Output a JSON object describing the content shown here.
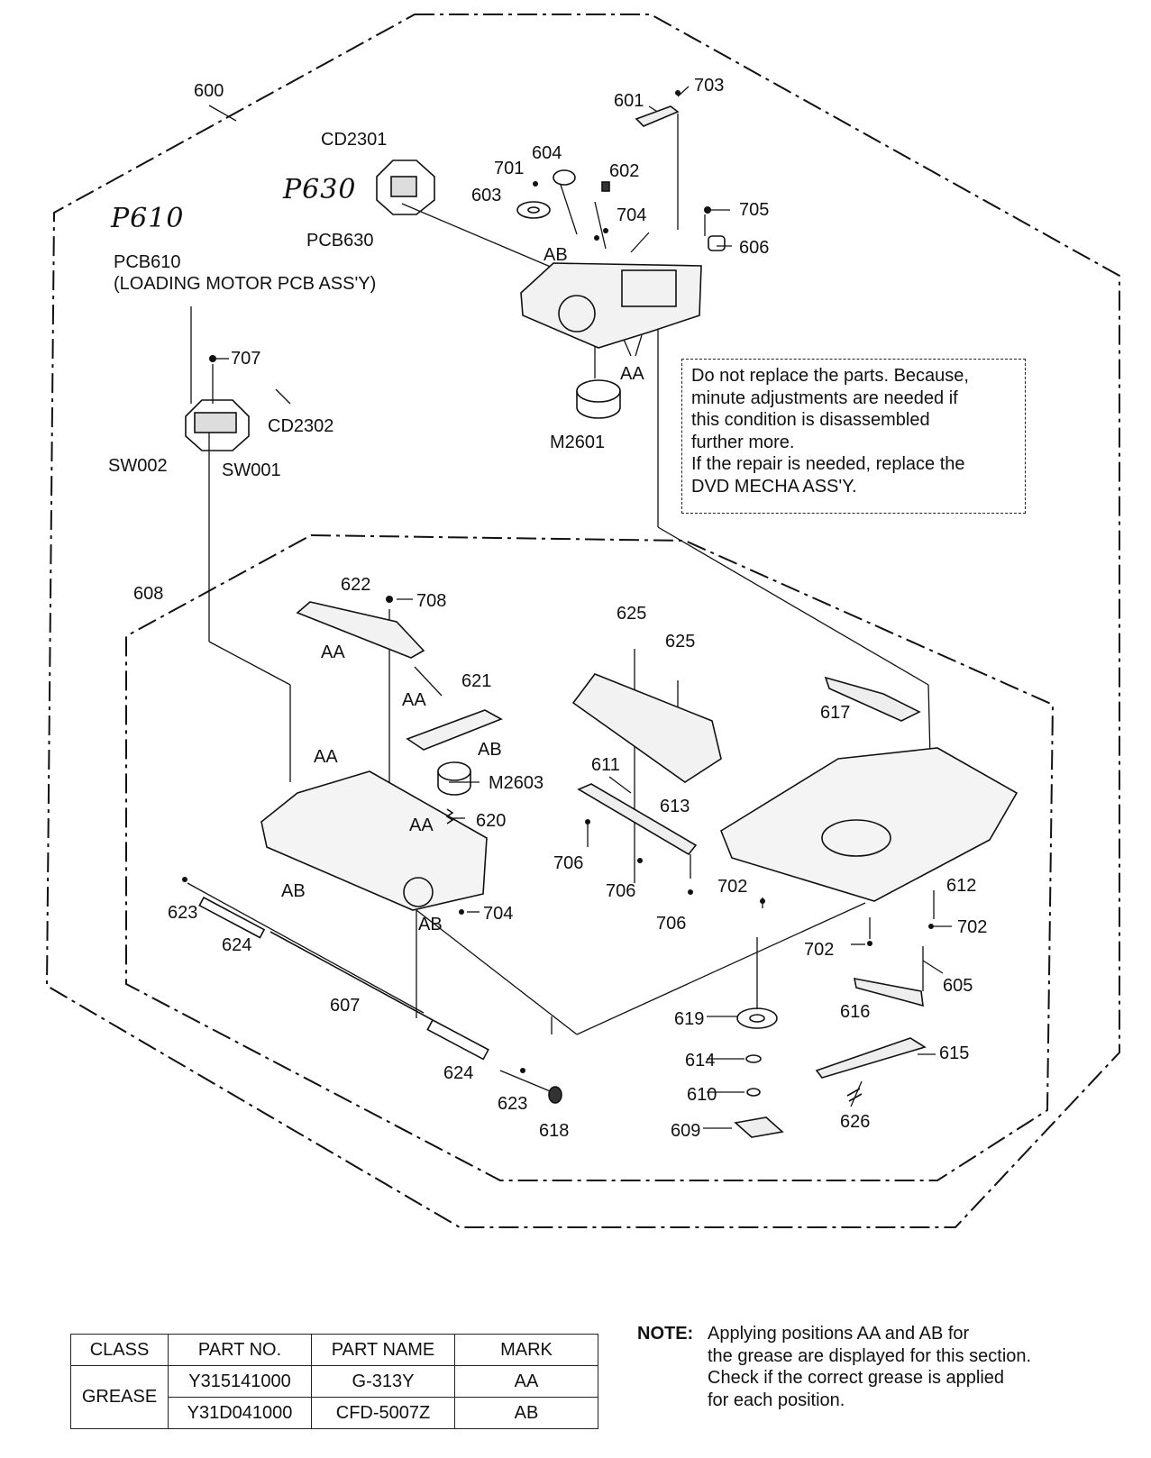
{
  "assembly_labels": {
    "l600": "600",
    "l601": "601",
    "l602": "602",
    "l603": "603",
    "l604": "604",
    "l606": "606",
    "l701": "701",
    "l703": "703",
    "l704a": "704",
    "l705": "705",
    "cd2301": "CD2301",
    "pcb630": "PCB630",
    "hand_p630": "P630",
    "hand_p610": "P610",
    "pcb610": "PCB610",
    "pcb610_desc": "(LOADING MOTOR PCB ASS'Y)",
    "l707": "707",
    "cd2302": "CD2302",
    "sw002": "SW002",
    "sw001": "SW001",
    "m2601": "M2601",
    "ab_top": "AB",
    "aa_top": "AA"
  },
  "notice_lines": [
    "Do not replace the parts. Because,",
    "minute adjustments are needed if",
    "this condition is disassembled",
    "further more.",
    "If the repair is needed, replace the",
    "DVD MECHA ASS'Y."
  ],
  "lower_labels": {
    "l608": "608",
    "l622": "622",
    "l708": "708",
    "aa1": "AA",
    "l621": "621",
    "aa2": "AA",
    "ab1": "AB",
    "aa3": "AA",
    "m2603": "M2603",
    "l620": "620",
    "aa4": "AA",
    "ab2": "AB",
    "ab3": "AB",
    "l704b": "704",
    "l623a": "623",
    "l624a": "624",
    "l607": "607",
    "l624b": "624",
    "l623b": "623",
    "l618": "618",
    "l625a": "625",
    "l625b": "625",
    "l611": "611",
    "l613": "613",
    "l706a": "706",
    "l706b": "706",
    "l706c": "706",
    "l617": "617",
    "l612": "612",
    "l702a": "702",
    "l702b": "702",
    "l702c": "702",
    "l605": "605",
    "l616": "616",
    "l619": "619",
    "l614": "614",
    "l615": "615",
    "l610": "610",
    "l609": "609",
    "l626": "626"
  },
  "grease_table": {
    "headers": [
      "CLASS",
      "PART NO.",
      "PART NAME",
      "MARK"
    ],
    "class_value": "GREASE",
    "rows": [
      {
        "part_no": "Y315141000",
        "part_name": "G-313Y",
        "mark": "AA"
      },
      {
        "part_no": "Y31D041000",
        "part_name": "CFD-5007Z",
        "mark": "AB"
      }
    ]
  },
  "note": {
    "label": "NOTE:",
    "lines": [
      "Applying positions AA and AB for",
      "the grease are displayed for this section.",
      "Check if the correct grease is applied",
      "for each position."
    ]
  },
  "colors": {
    "ink": "#111111",
    "paper": "#ffffff"
  }
}
